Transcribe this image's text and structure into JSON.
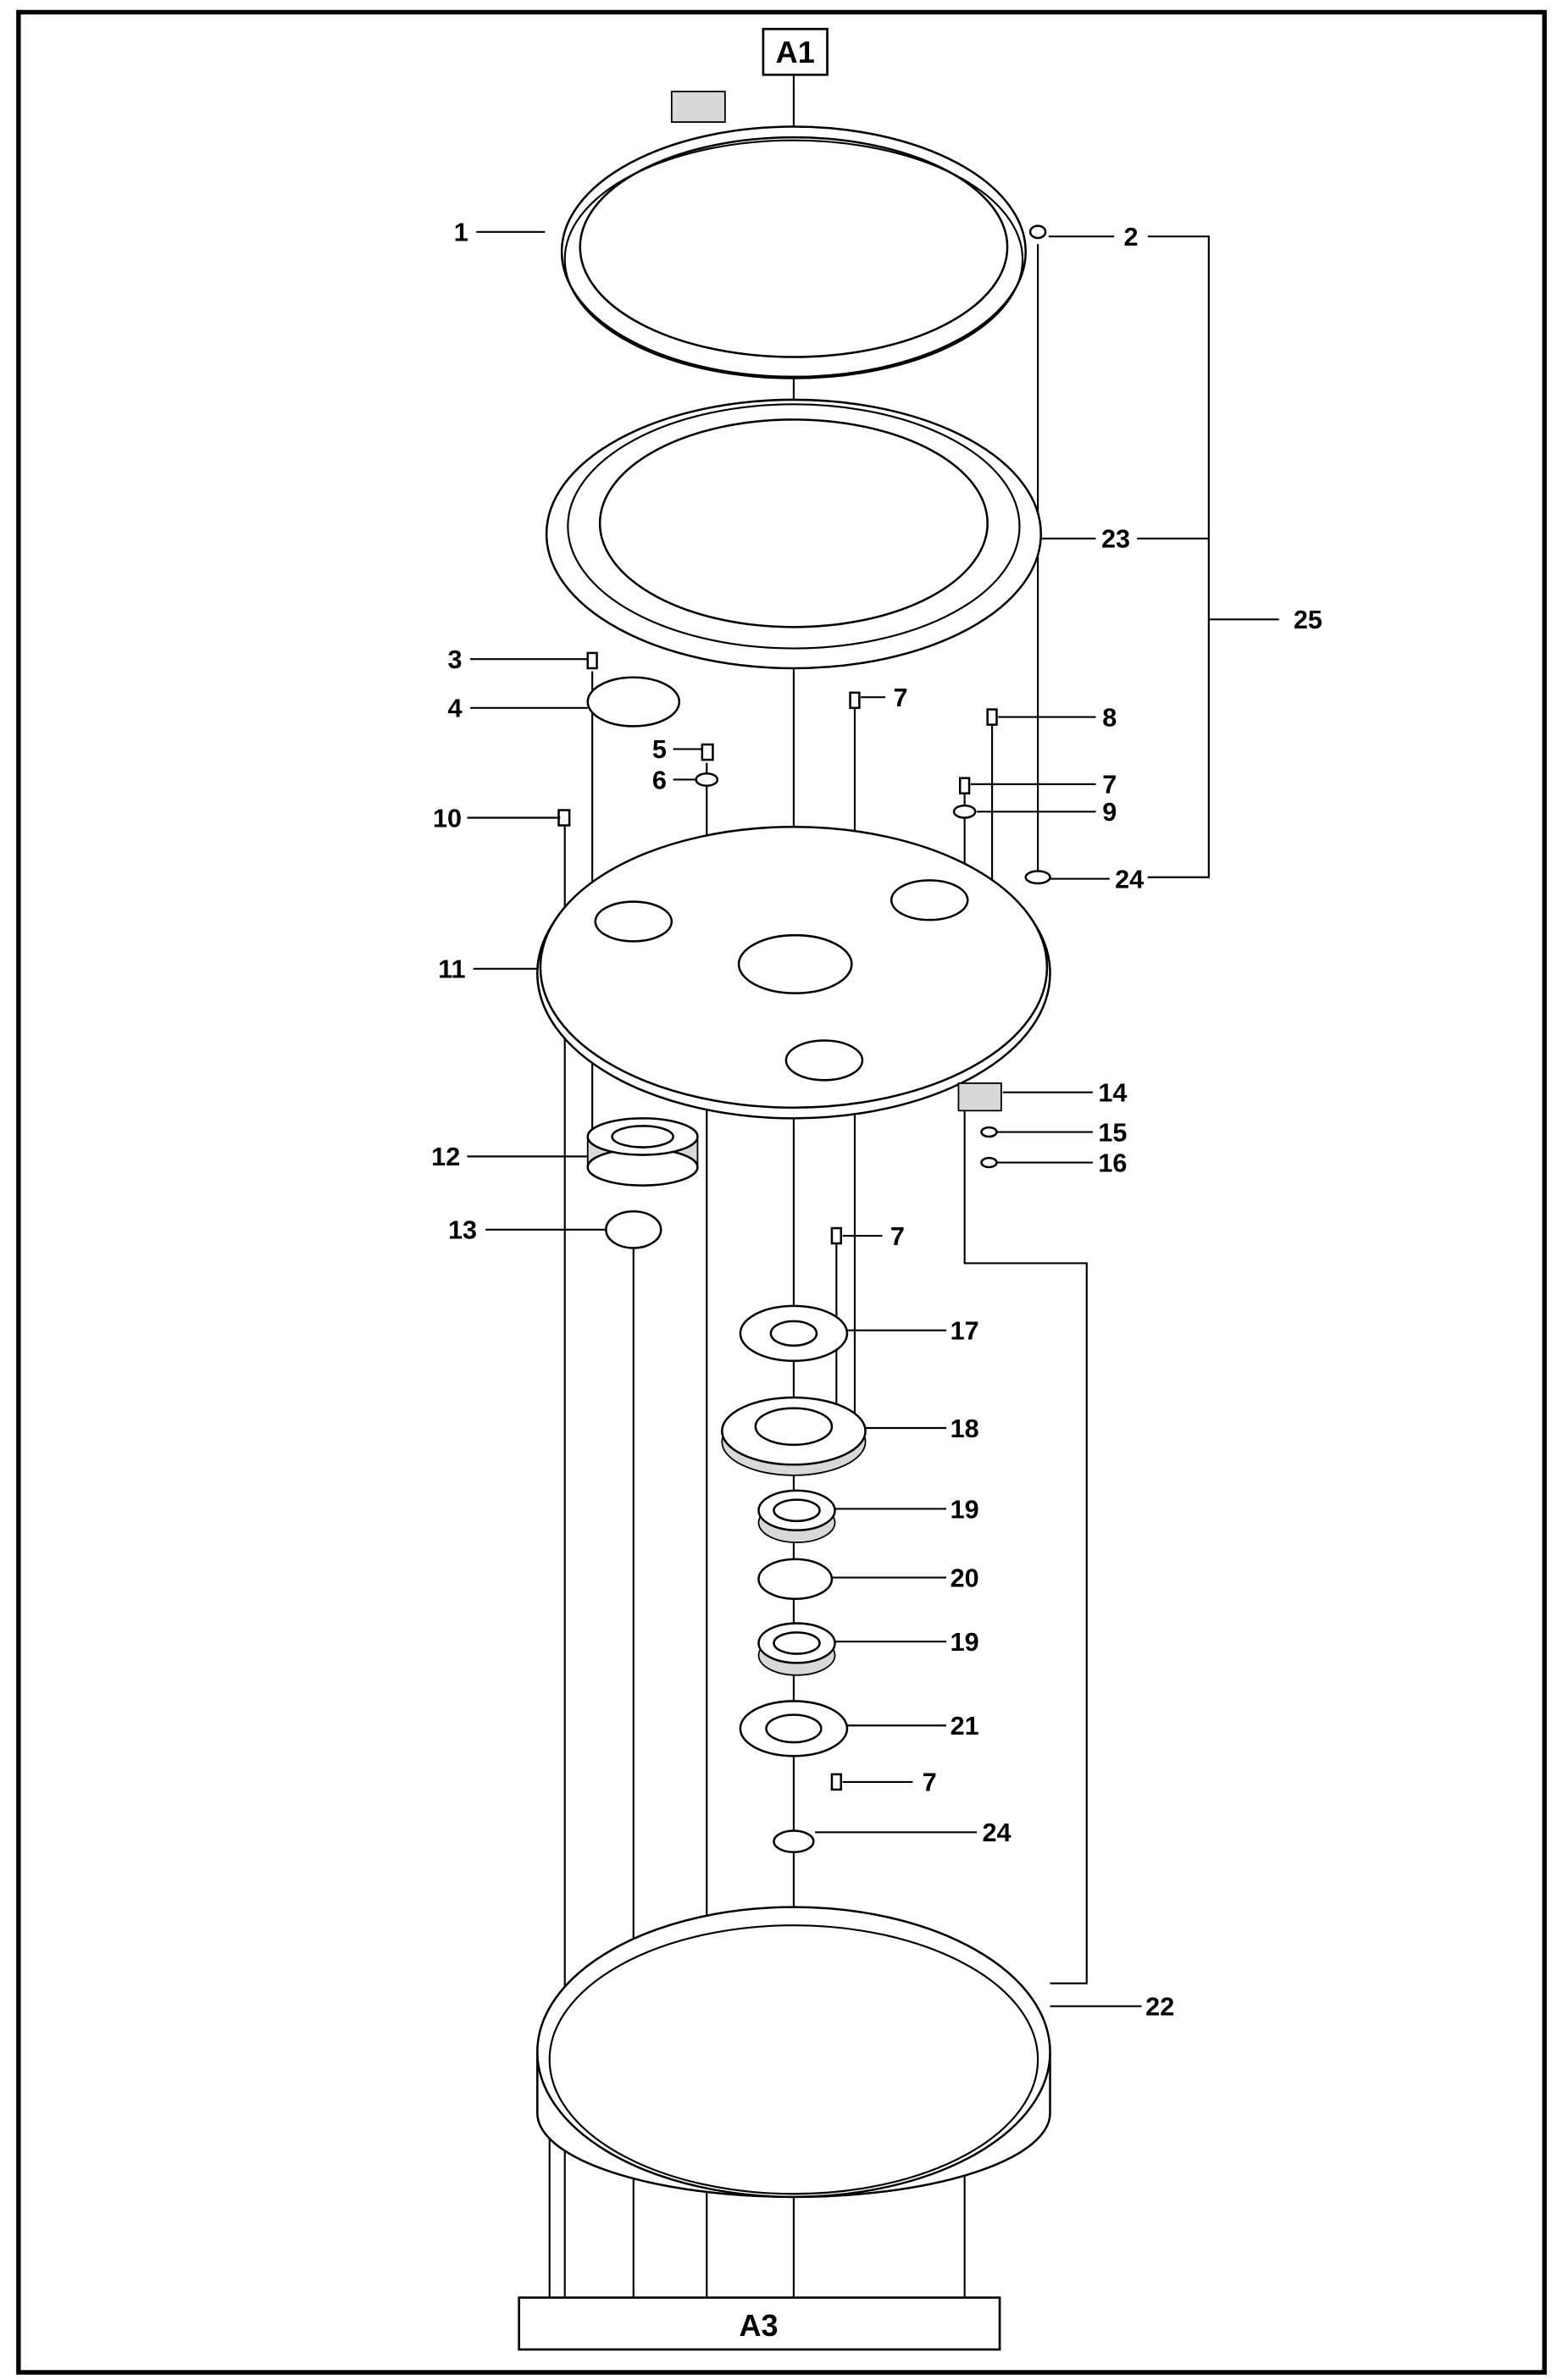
{
  "diagram": {
    "type": "exploded-parts-view",
    "top_reference": "A1",
    "bottom_reference": "A3",
    "callouts": [
      {
        "id": "c1",
        "label": "1"
      },
      {
        "id": "c2",
        "label": "2"
      },
      {
        "id": "c23",
        "label": "23"
      },
      {
        "id": "c25",
        "label": "25"
      },
      {
        "id": "c24a",
        "label": "24"
      },
      {
        "id": "c3",
        "label": "3"
      },
      {
        "id": "c4",
        "label": "4"
      },
      {
        "id": "c5",
        "label": "5"
      },
      {
        "id": "c6",
        "label": "6"
      },
      {
        "id": "c7a",
        "label": "7"
      },
      {
        "id": "c8",
        "label": "8"
      },
      {
        "id": "c7b",
        "label": "7"
      },
      {
        "id": "c9",
        "label": "9"
      },
      {
        "id": "c10",
        "label": "10"
      },
      {
        "id": "c11",
        "label": "11"
      },
      {
        "id": "c14",
        "label": "14"
      },
      {
        "id": "c15",
        "label": "15"
      },
      {
        "id": "c16",
        "label": "16"
      },
      {
        "id": "c12",
        "label": "12"
      },
      {
        "id": "c13",
        "label": "13"
      },
      {
        "id": "c7c",
        "label": "7"
      },
      {
        "id": "c17",
        "label": "17"
      },
      {
        "id": "c18",
        "label": "18"
      },
      {
        "id": "c19a",
        "label": "19"
      },
      {
        "id": "c20",
        "label": "20"
      },
      {
        "id": "c19b",
        "label": "19"
      },
      {
        "id": "c21",
        "label": "21"
      },
      {
        "id": "c7d",
        "label": "7"
      },
      {
        "id": "c24b",
        "label": "24"
      },
      {
        "id": "c22",
        "label": "22"
      }
    ]
  }
}
